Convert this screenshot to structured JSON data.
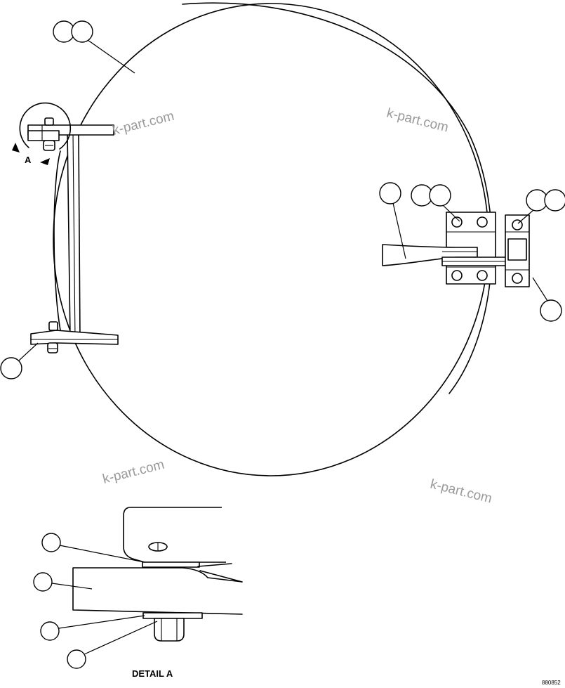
{
  "detail_marker_label": "A",
  "detail_caption": "DETAIL A",
  "drawing_code": "880852",
  "watermarks": [
    "k-part.com",
    "k-part.com",
    "k-part.com",
    "k-part.com"
  ],
  "colors": {
    "line": "#000000",
    "watermark": "#9a9a9a",
    "background": "#ffffff"
  }
}
